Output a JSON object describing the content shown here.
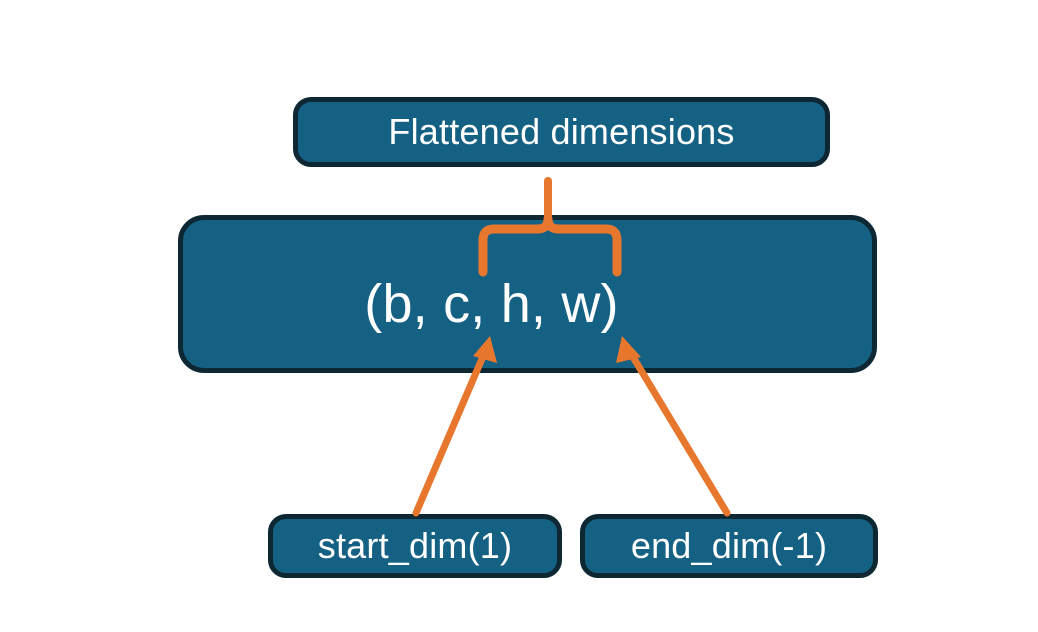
{
  "diagram": {
    "title_node": {
      "label": "Flattened dimensions"
    },
    "shape_node": {
      "label": "(b, c, h, w)"
    },
    "start_node": {
      "label": "start_dim(1)"
    },
    "end_node": {
      "label": "end_dim(-1)"
    },
    "colors": {
      "box_fill": "#156184",
      "box_border": "#0d2733",
      "accent": "#e8772e",
      "text": "#ffffff",
      "background": "#ffffff"
    },
    "connectors": {
      "brace": "curly-brace-up",
      "start_arrow": "arrow-up-right",
      "end_arrow": "arrow-up-left"
    }
  }
}
